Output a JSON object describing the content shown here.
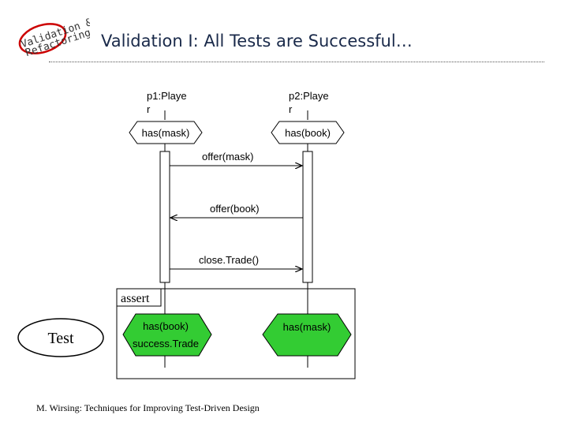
{
  "logo": {
    "line1": "Validation &",
    "line2": "Refactoring"
  },
  "title": "Validation I: All Tests are Successful…",
  "diagram": {
    "objects": [
      {
        "name": "p1:Playe",
        "tail": "r"
      },
      {
        "name": "p2:Playe",
        "tail": "r"
      }
    ],
    "states": [
      "has(mask)",
      "has(book)"
    ],
    "messages": [
      "offer(mask)",
      "offer(book)",
      "close.Trade()"
    ],
    "assert": {
      "label": "assert",
      "left_condition": [
        "has(book)",
        "success.Trade"
      ],
      "right_condition": "has(mask)"
    },
    "test_label": "Test"
  },
  "colors": {
    "condition_fill": "#33cc33",
    "border": "#000000"
  },
  "footer": "M. Wirsing: Techniques for Improving Test-Driven Design"
}
